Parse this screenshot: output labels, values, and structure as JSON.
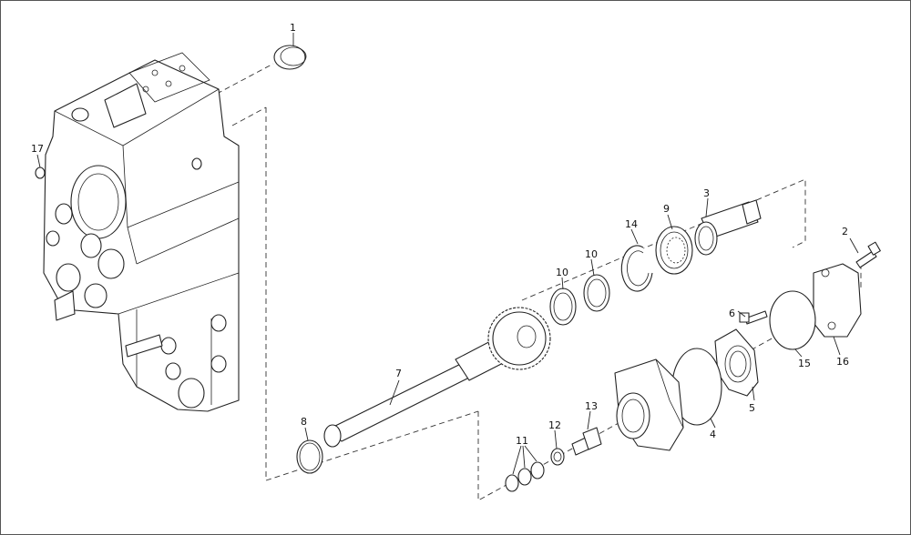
{
  "diagram": {
    "frame_color": "#555555",
    "line_color": "#222222",
    "callouts": [
      {
        "id": "c1",
        "label": "1"
      },
      {
        "id": "c2",
        "label": "2"
      },
      {
        "id": "c3",
        "label": "3"
      },
      {
        "id": "c4",
        "label": "4"
      },
      {
        "id": "c5",
        "label": "5"
      },
      {
        "id": "c6",
        "label": "6"
      },
      {
        "id": "c7",
        "label": "7"
      },
      {
        "id": "c8",
        "label": "8"
      },
      {
        "id": "c9",
        "label": "9"
      },
      {
        "id": "c10a",
        "label": "10"
      },
      {
        "id": "c10b",
        "label": "10"
      },
      {
        "id": "c11",
        "label": "11"
      },
      {
        "id": "c12",
        "label": "12"
      },
      {
        "id": "c13",
        "label": "13"
      },
      {
        "id": "c14",
        "label": "14"
      },
      {
        "id": "c15",
        "label": "15"
      },
      {
        "id": "c16",
        "label": "16"
      },
      {
        "id": "c17",
        "label": "17"
      }
    ]
  }
}
